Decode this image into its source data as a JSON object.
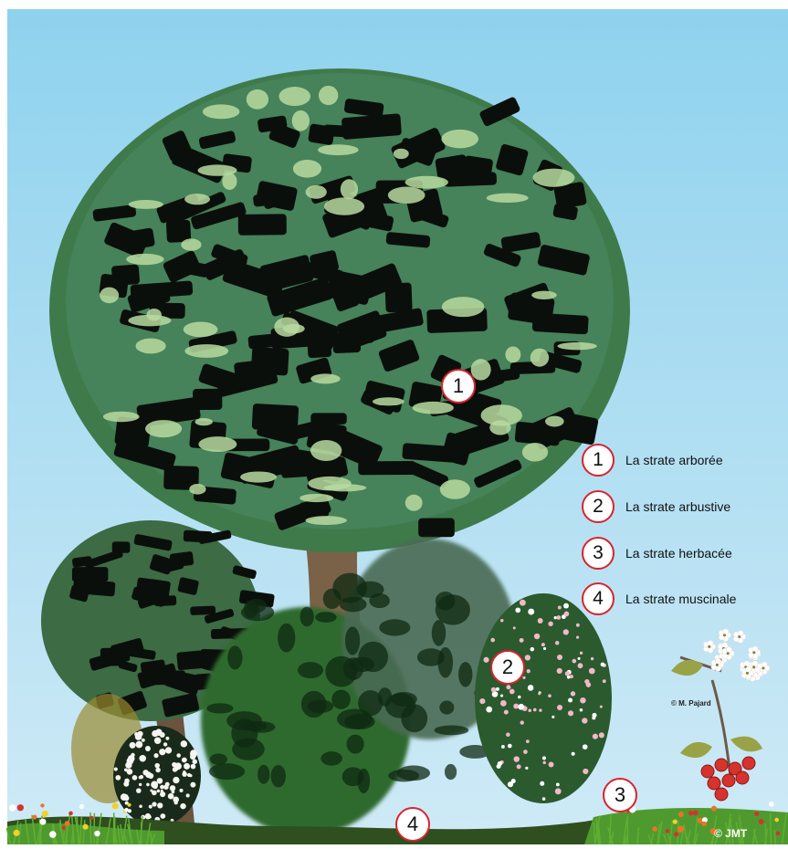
{
  "colors": {
    "sky_top": "#8fd2ee",
    "sky_bottom": "#cfeaf6",
    "canopy": "#3f7a4a",
    "canopy_dark": "#0b0f0b",
    "canopy_light": "#b9dba0",
    "trunk": "#7a6248",
    "shrub_pink": "#f2b8c6",
    "marker_border": "#d9232d",
    "ground_grass": "#4f9a2e",
    "hawthorn_berry": "#d6322e"
  },
  "markers": [
    {
      "number": "1"
    },
    {
      "number": "2"
    },
    {
      "number": "3"
    },
    {
      "number": "4"
    }
  ],
  "legend": [
    {
      "number": "1",
      "label": "La strate arborée"
    },
    {
      "number": "2",
      "label": "La strate arbustive"
    },
    {
      "number": "3",
      "label": "La strate herbacée"
    },
    {
      "number": "4",
      "label": "La strate muscinale"
    }
  ],
  "credits": {
    "illustration": "© M. Pajard",
    "author": "© JMT"
  }
}
